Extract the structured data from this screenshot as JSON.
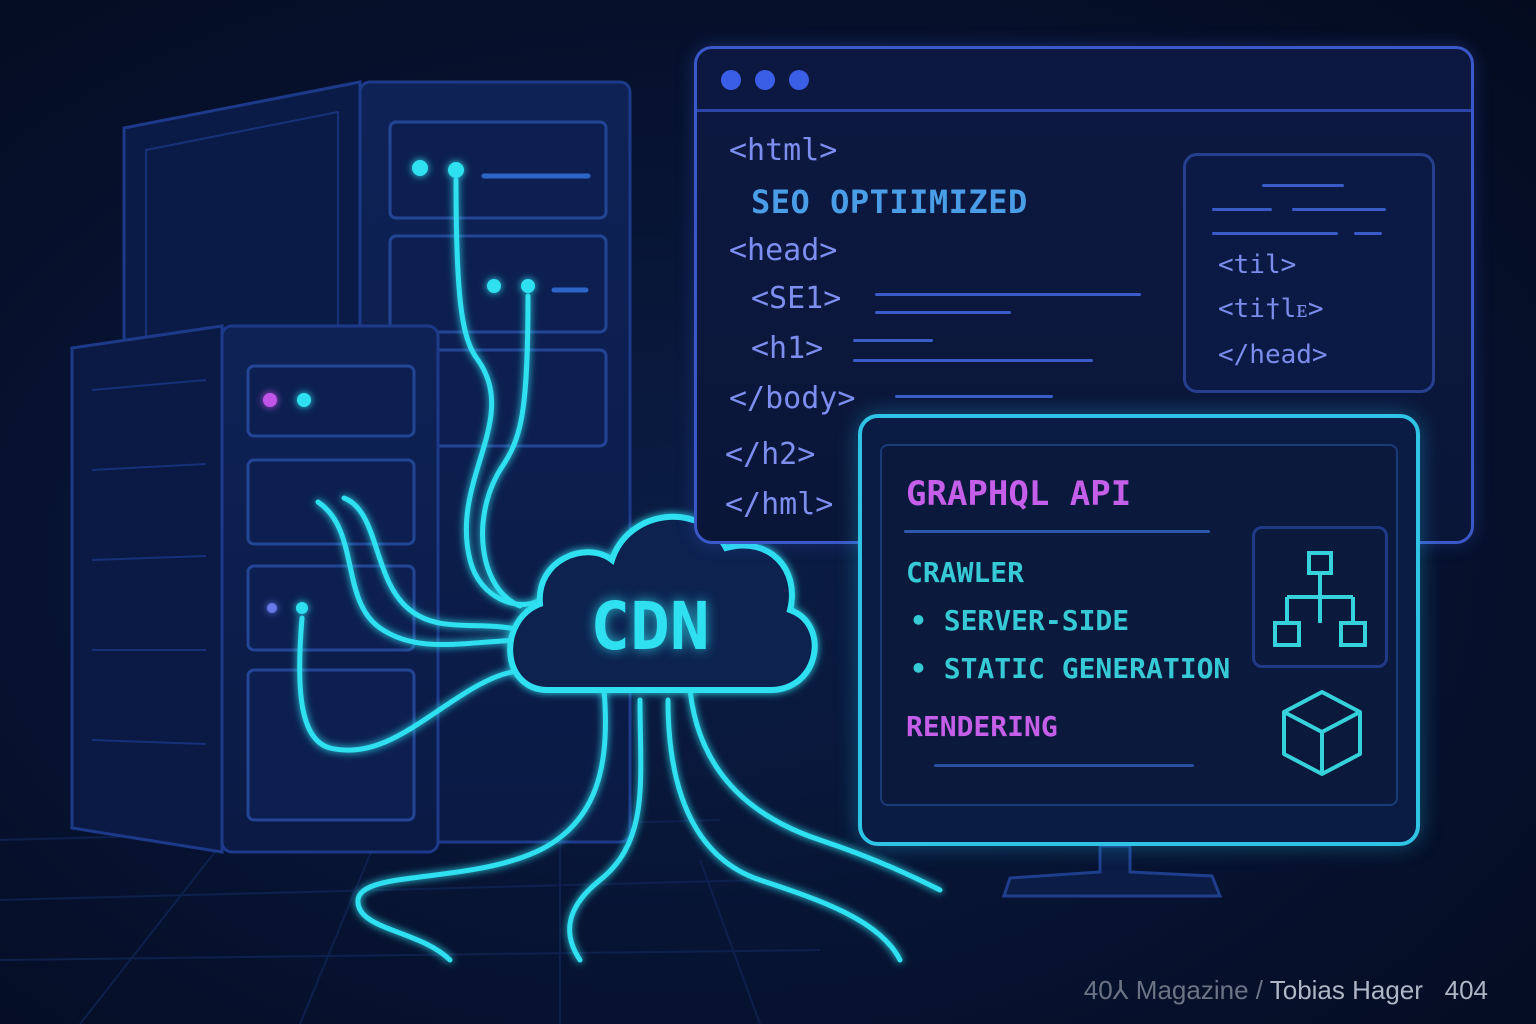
{
  "code_window": {
    "lines": [
      "<html>",
      "SEO OPTIIMIZED",
      "<head>",
      "<SE1>",
      "<h1>",
      "</body>",
      "</h2>",
      "</hml>"
    ],
    "panel_lines": [
      "<til>",
      "<ti†lᴇ>",
      "</head>"
    ]
  },
  "monitor": {
    "title": "GRAPHQL API",
    "crawler": "CRAWLER",
    "bullets": [
      "• SERVER-SIDE",
      "• STATIC GENERATION"
    ],
    "rendering": "RENDERING"
  },
  "cloud": {
    "label": "CDN"
  },
  "credit": {
    "prefix": "40⅄ Magazine",
    "separator": " / ",
    "author": "Tobias Hager",
    "page": "404"
  },
  "colors": {
    "background": "#071434",
    "cyan_glow": "#2fe0f0",
    "magenta": "#c55ee8",
    "code_blue": "#7d8ef0",
    "window_border": "#3a58c8"
  },
  "icons": [
    "sitemap-icon",
    "cube-icon",
    "cloud-icon",
    "server-rack-icon",
    "monitor-icon"
  ]
}
